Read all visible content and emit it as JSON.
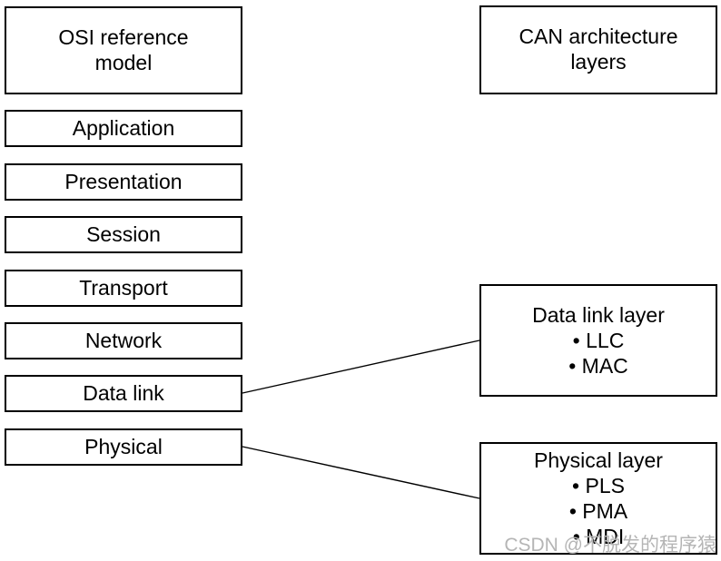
{
  "left_column": {
    "header": "OSI reference model",
    "layers": [
      "Application",
      "Presentation",
      "Session",
      "Transport",
      "Network",
      "Data link",
      "Physical"
    ]
  },
  "right_column": {
    "header": "CAN architecture layers",
    "boxes": [
      {
        "title": "Data link layer",
        "bullets": [
          "• LLC",
          "• MAC"
        ]
      },
      {
        "title": "Physical layer",
        "bullets": [
          "• PLS",
          "• PMA",
          "• MDI"
        ]
      }
    ]
  },
  "watermark": "CSDN @不脱发的程序猿",
  "colors": {
    "border": "#000000",
    "background": "#ffffff",
    "text": "#000000",
    "watermark": "#b5b5b5"
  }
}
